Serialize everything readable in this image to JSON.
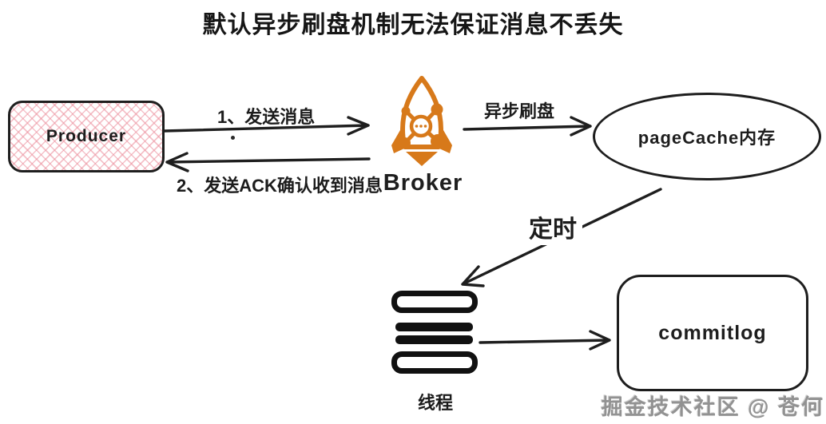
{
  "title": "默认异步刷盘机制无法保证消息不丢失",
  "nodes": {
    "producer": {
      "label": "Producer"
    },
    "broker": {
      "label": "Broker",
      "icon": "rocketmq-rocket-icon"
    },
    "pagecache": {
      "label": "pageCache内存"
    },
    "thread": {
      "label": "线程",
      "icon": "thread-bars-icon"
    },
    "commitlog": {
      "label": "commitlog"
    }
  },
  "edges": {
    "send": {
      "label": "1、发送消息",
      "from": "producer",
      "to": "broker"
    },
    "ack": {
      "label": "2、发送ACK确认收到消息",
      "from": "broker",
      "to": "producer"
    },
    "flush": {
      "label": "异步刷盘",
      "from": "broker",
      "to": "pagecache"
    },
    "timer": {
      "label": "定时",
      "from": "pagecache",
      "to": "thread"
    },
    "write": {
      "label": "",
      "from": "thread",
      "to": "commitlog"
    }
  },
  "watermark": "掘金技术社区 @ 苍何",
  "colors": {
    "stroke": "#1e1e1e",
    "rocket_orange": "#d7791a",
    "producer_hatch_pink": "#ec8e9c",
    "watermark_gray": "#929292"
  }
}
